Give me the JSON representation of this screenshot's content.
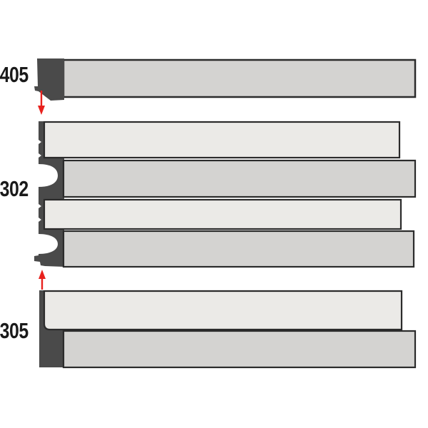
{
  "figure": {
    "type": "technical-cross-section-diagram",
    "labels": {
      "part_top": "405",
      "part_middle": "302",
      "part_bottom": "305"
    },
    "annotations": {
      "top_arrow_direction": "down",
      "bottom_arrow_direction": "up"
    }
  },
  "colors": {
    "background": "#ffffff",
    "bar_light": "#EBEAE7",
    "bar_medium": "#D4D3D1",
    "dark_part": "#4A4A4A",
    "outline": "#2B2B2B",
    "arrow": "#E8211D",
    "label_text": "#1A1A1A"
  }
}
